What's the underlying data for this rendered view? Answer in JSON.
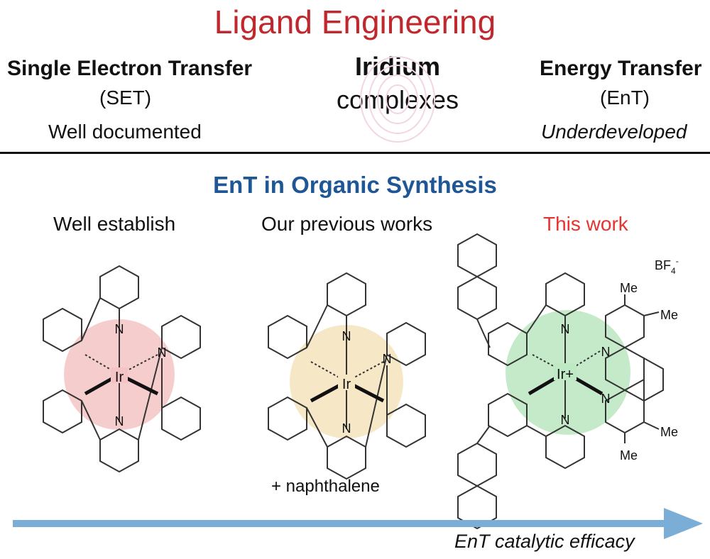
{
  "title": "Ligand Engineering",
  "left": {
    "title": "Single Electron Transfer",
    "abbr": "(SET)",
    "status": "Well documented"
  },
  "center": {
    "title": "Iridium",
    "subtitle": "complexes"
  },
  "right": {
    "title": "Energy Transfer",
    "abbr": "(EnT)",
    "status": "Underdeveloped"
  },
  "section_title": "EnT in Organic Synthesis",
  "columns": [
    "Well establish",
    "Our previous works",
    "This work"
  ],
  "atoms": {
    "metal": "Ir",
    "metal_cation": "Ir+",
    "nitrogen": "N",
    "methyl": "Me"
  },
  "counterion": {
    "base": "BF",
    "sub": "4",
    "sup": "-"
  },
  "naphthalene_label": "+ naphthalene",
  "arrow_label": "EnT catalytic efficacy",
  "colors": {
    "title": "#c0282d",
    "section": "#1f5796",
    "this_work": "#e8322f",
    "circle_1": "#f4c4c4",
    "circle_2": "#f6e7c4",
    "circle_3": "#bfe8c4",
    "arrow": "#7aaed6"
  }
}
